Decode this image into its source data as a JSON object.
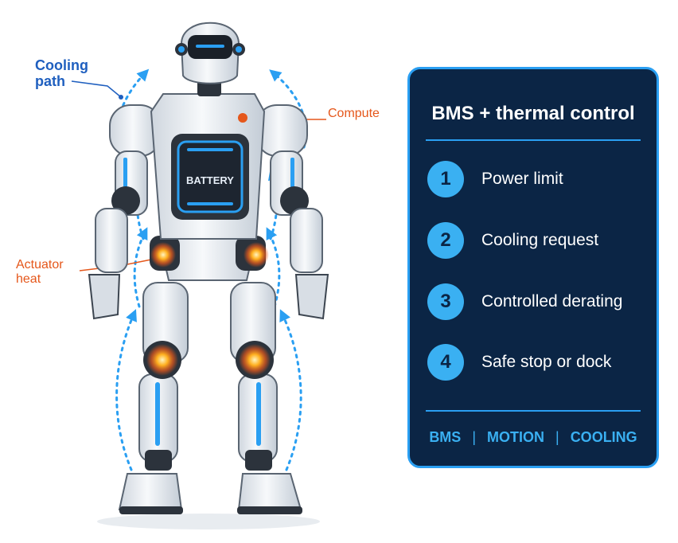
{
  "labels": {
    "cooling_path": "Cooling path",
    "compute": "Compute",
    "actuator_heat": "Actuator heat",
    "battery": "BATTERY"
  },
  "panel": {
    "title": "BMS + thermal control",
    "steps": [
      {
        "number": "1",
        "text": "Power limit"
      },
      {
        "number": "2",
        "text": "Cooling request"
      },
      {
        "number": "3",
        "text": "Controlled derating"
      },
      {
        "number": "4",
        "text": "Safe stop or dock"
      }
    ],
    "footer": [
      "BMS",
      "MOTION",
      "COOLING"
    ]
  },
  "colors": {
    "accent_blue": "#2a9ff2",
    "panel_bg": "#0b2545",
    "heat_orange": "#e5571b",
    "label_blue": "#1f5fbf"
  }
}
